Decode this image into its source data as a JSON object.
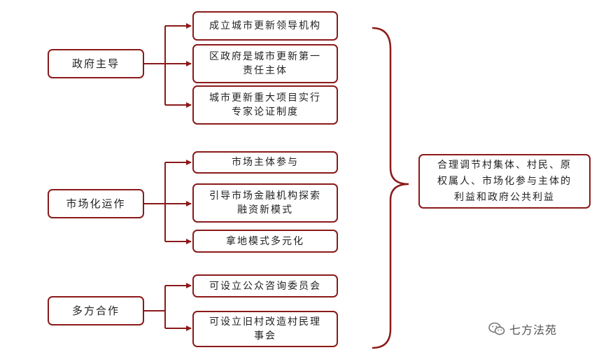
{
  "categories": [
    {
      "label": "政府主导",
      "items": [
        {
          "lines": [
            "成立城市更新领导机构"
          ]
        },
        {
          "lines": [
            "区政府是城市更新第一",
            "责任主体"
          ]
        },
        {
          "lines": [
            "城市更新重大项目实行",
            "专家论证制度"
          ]
        }
      ]
    },
    {
      "label": "市场化运作",
      "items": [
        {
          "lines": [
            "市场主体参与"
          ]
        },
        {
          "lines": [
            "引导市场金融机构探索",
            "融资新模式"
          ]
        },
        {
          "lines": [
            "拿地模式多元化"
          ]
        }
      ]
    },
    {
      "label": "多方合作",
      "items": [
        {
          "lines": [
            "可设立公众咨询委员会"
          ]
        },
        {
          "lines": [
            "可设立旧村改造村民理",
            "事会"
          ]
        }
      ]
    }
  ],
  "result": {
    "lines": [
      "合理调节村集体、村民、原",
      "权属人、市场化参与主体的",
      "利益和政府公共利益"
    ]
  },
  "watermark": {
    "text": "七方法苑",
    "icon": "wechat-icon"
  },
  "colors": {
    "border": "#8b1a1a",
    "text": "#222222"
  }
}
